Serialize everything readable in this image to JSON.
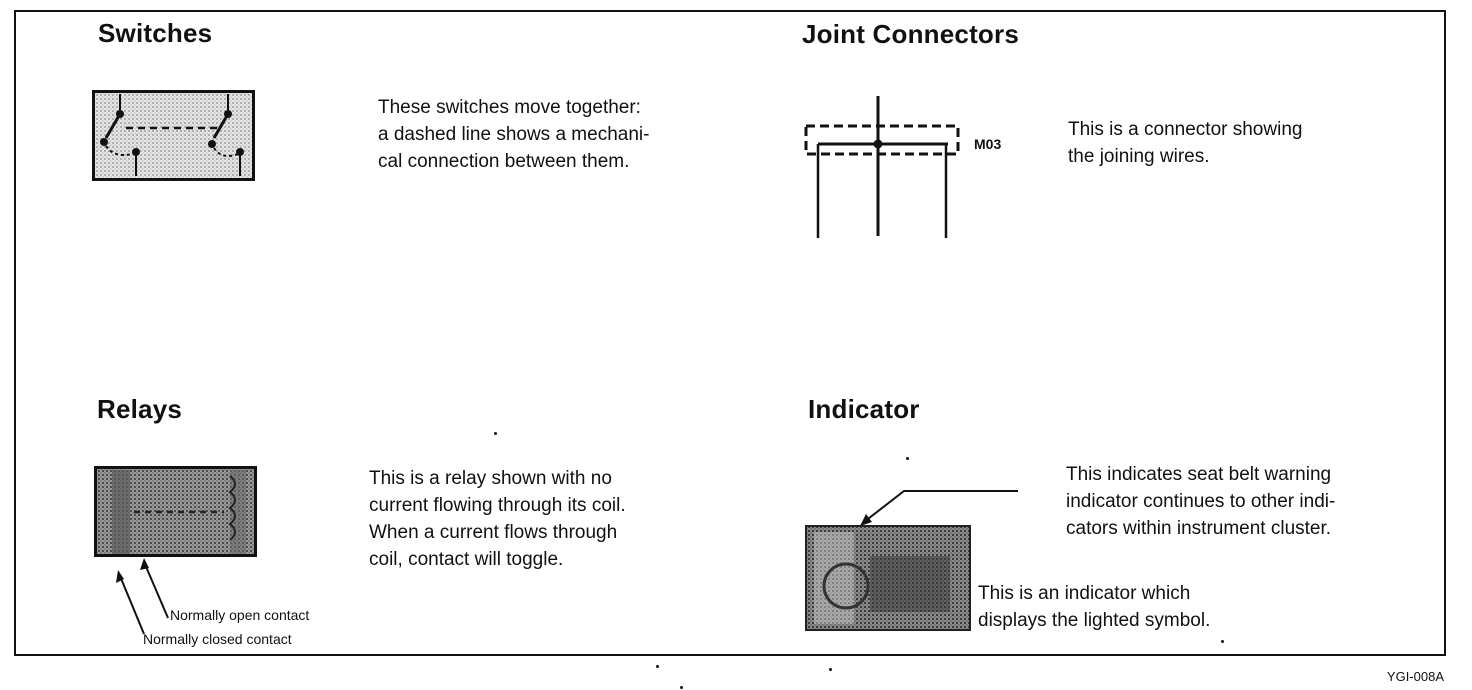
{
  "figure_code": "YGI-008A",
  "sections": {
    "switches": {
      "title": "Switches",
      "description": "These switches move together:\na dashed line shows a mechani-\ncal connection between them."
    },
    "joint_connectors": {
      "title": "Joint Connectors",
      "connector_label": "M03",
      "description": "This is a connector showing\nthe joining wires."
    },
    "relays": {
      "title": "Relays",
      "description": "This is a relay shown with no\ncurrent flowing through its coil.\nWhen a current flows through\ncoil, contact will toggle.",
      "label_open": "Normally open contact",
      "label_closed": "Normally closed contact"
    },
    "indicator": {
      "title": "Indicator",
      "description_top": "This indicates seat belt warning\nindicator continues to other indi-\ncators within instrument cluster.",
      "description_bottom": "This is an indicator which\ndisplays the lighted symbol."
    }
  }
}
